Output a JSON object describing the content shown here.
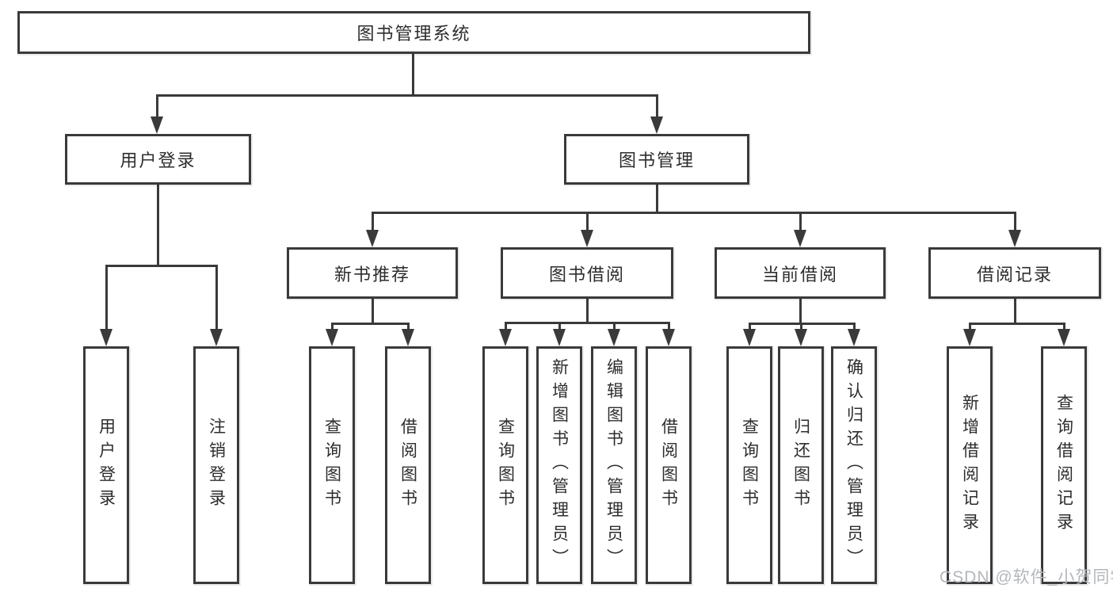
{
  "watermark": {
    "text": "CSDN @软件_小贺同学"
  },
  "colors": {
    "line": "#3a3a3a",
    "text": "#2d2d2d",
    "background": "#ffffff",
    "watermark": "#b3b7bb"
  },
  "nodes": [
    {
      "id": "root",
      "label": "图书管理系统",
      "level": 1,
      "orientation": "horizontal"
    },
    {
      "id": "user-login",
      "label": "用户登录",
      "level": 2,
      "orientation": "horizontal",
      "parent": "root"
    },
    {
      "id": "book-management",
      "label": "图书管理",
      "level": 2,
      "orientation": "horizontal",
      "parent": "root"
    },
    {
      "id": "new-book-recommend",
      "label": "新书推荐",
      "level": 3,
      "orientation": "horizontal",
      "parent": "book-management"
    },
    {
      "id": "book-borrowing",
      "label": "图书借阅",
      "level": 3,
      "orientation": "horizontal",
      "parent": "book-management"
    },
    {
      "id": "current-borrowing",
      "label": "当前借阅",
      "level": 3,
      "orientation": "horizontal",
      "parent": "book-management"
    },
    {
      "id": "borrowing-records",
      "label": "借阅记录",
      "level": 3,
      "orientation": "horizontal",
      "parent": "book-management"
    },
    {
      "id": "leaf-user-login",
      "label": "用户登录",
      "level": 4,
      "orientation": "vertical",
      "parent": "user-login"
    },
    {
      "id": "leaf-logout",
      "label": "注销登录",
      "level": 4,
      "orientation": "vertical",
      "parent": "user-login"
    },
    {
      "id": "leaf-nb-query",
      "label": "查询图书",
      "level": 4,
      "orientation": "vertical",
      "parent": "new-book-recommend"
    },
    {
      "id": "leaf-nb-borrow",
      "label": "借阅图书",
      "level": 4,
      "orientation": "vertical",
      "parent": "new-book-recommend"
    },
    {
      "id": "leaf-bb-query",
      "label": "查询图书",
      "level": 4,
      "orientation": "vertical",
      "parent": "book-borrowing"
    },
    {
      "id": "leaf-bb-add",
      "label": "新增图书（管理员）",
      "level": 4,
      "orientation": "vertical",
      "parent": "book-borrowing"
    },
    {
      "id": "leaf-bb-edit",
      "label": "编辑图书（管理员）",
      "level": 4,
      "orientation": "vertical",
      "parent": "book-borrowing"
    },
    {
      "id": "leaf-bb-borrow",
      "label": "借阅图书",
      "level": 4,
      "orientation": "vertical",
      "parent": "book-borrowing"
    },
    {
      "id": "leaf-cb-query",
      "label": "查询图书",
      "level": 4,
      "orientation": "vertical",
      "parent": "current-borrowing"
    },
    {
      "id": "leaf-cb-return",
      "label": "归还图书",
      "level": 4,
      "orientation": "vertical",
      "parent": "current-borrowing"
    },
    {
      "id": "leaf-cb-confirm",
      "label": "确认归还（管理员）",
      "level": 4,
      "orientation": "vertical",
      "parent": "current-borrowing"
    },
    {
      "id": "leaf-br-add",
      "label": "新增借阅记录",
      "level": 4,
      "orientation": "vertical",
      "parent": "borrowing-records"
    },
    {
      "id": "leaf-br-query",
      "label": "查询借阅记录",
      "level": 4,
      "orientation": "vertical",
      "parent": "borrowing-records"
    }
  ]
}
